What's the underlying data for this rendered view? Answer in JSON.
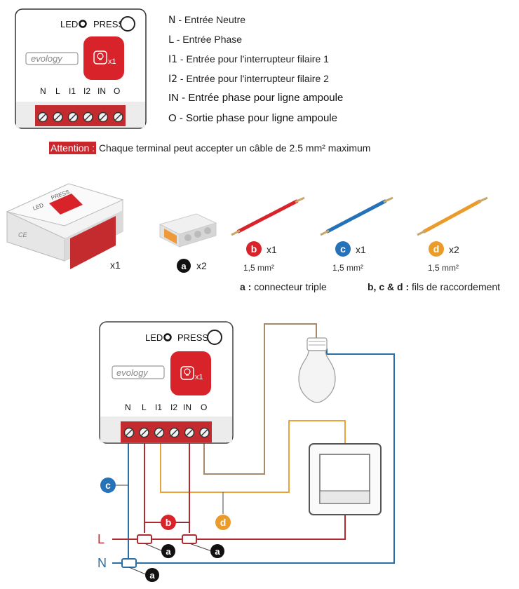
{
  "module": {
    "brand": "evology",
    "led_label": "LED",
    "press_label": "PRESS",
    "multiplier": "x1",
    "terminals": [
      "N",
      "L",
      "I1",
      "I2",
      "IN",
      "O"
    ]
  },
  "legend": [
    {
      "code": "N",
      "text": " - Entrée Neutre"
    },
    {
      "code": "L",
      "text": " - Entrée Phase"
    },
    {
      "code": "I1",
      "text": " - Entrée pour l'interrupteur filaire 1"
    },
    {
      "code": "I2",
      "text": " - Entrée pour l'interrupteur filaire 2"
    },
    {
      "code": "IN",
      "text": " - Entrée phase pour ligne ampoule"
    },
    {
      "code": "O",
      "text": " - Sortie phase pour ligne ampoule"
    }
  ],
  "attention": {
    "tag": "Attention :",
    "text": "Chaque terminal peut accepter un câble de 2.5 mm² maximum"
  },
  "contents": {
    "module_qty": "x1",
    "connector_letter": "a",
    "connector_qty": "x2",
    "wires": [
      {
        "letter": "b",
        "qty": "x1",
        "section": "1,5 mm²",
        "color": "#d8232a"
      },
      {
        "letter": "c",
        "qty": "x1",
        "section": "1,5 mm²",
        "color": "#2672b8"
      },
      {
        "letter": "d",
        "qty": "x2",
        "section": "1,5 mm²",
        "color": "#eb9b2a"
      }
    ],
    "caption_a_key": "a :",
    "caption_a_text": " connecteur triple",
    "caption_bcd_key": "b, c & d :",
    "caption_bcd_text": " fils de raccordement"
  },
  "diagram": {
    "L_label": "L",
    "N_label": "N",
    "badge_a": "a",
    "badge_b": "b",
    "badge_c": "c",
    "badge_d": "d"
  },
  "colors": {
    "red": "#c8272c",
    "terminal_red": "#c42b2e",
    "blue": "#2a6fa8",
    "orange": "#e8a43a",
    "brown": "#a58a6c",
    "dark_red_wire": "#b02a30"
  }
}
